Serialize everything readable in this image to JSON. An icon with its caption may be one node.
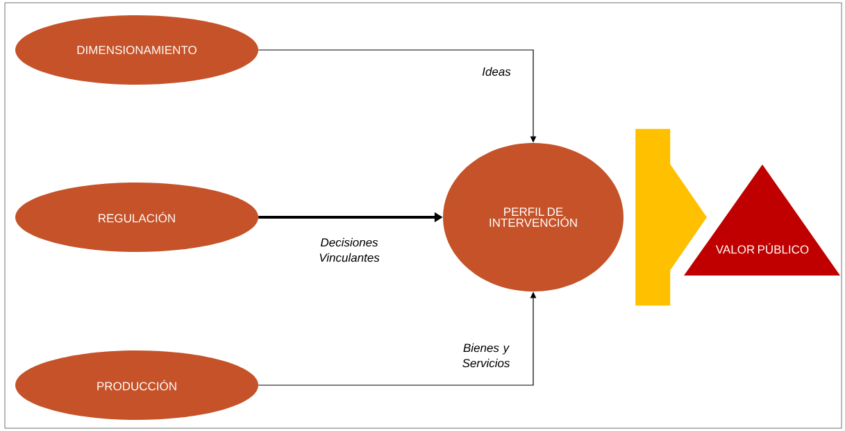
{
  "diagram": {
    "nodes": [
      {
        "text": [
          "DIMENSIONAMIENTO"
        ]
      },
      {
        "text": [
          "REGULACIÓN"
        ]
      },
      {
        "text": [
          "PRODUCCIÓN"
        ]
      },
      {
        "text": [
          "PERFIL DE INTERVENCIÓN"
        ]
      },
      {
        "text": [
          "VALOR PÚBLICO"
        ]
      }
    ],
    "edges": [
      {
        "from": 0,
        "to": 3,
        "arrow": "to",
        "label": "Ideas"
      },
      {
        "from": 1,
        "to": 3,
        "arrow": "to",
        "label": "Decisiones Vinculantes",
        "style": "thick"
      },
      {
        "from": 2,
        "to": 3,
        "arrow": "to",
        "label": "Bienes y Servicios"
      },
      {
        "from": 3,
        "to": 4,
        "arrow": "to",
        "style": "thick",
        "color": "#ffc000"
      }
    ]
  }
}
